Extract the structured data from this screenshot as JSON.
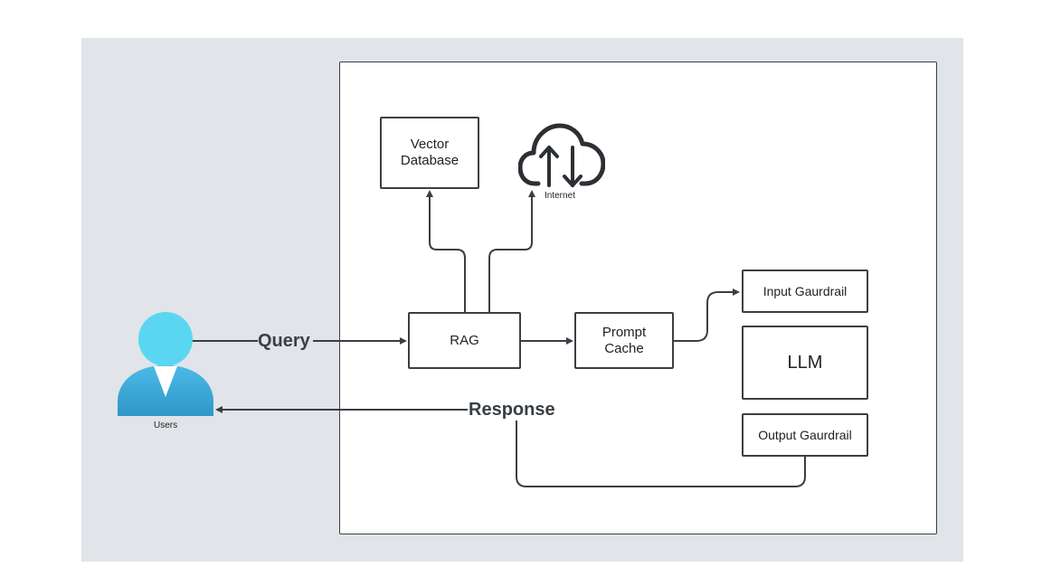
{
  "nodes": {
    "vector_db": {
      "line1": "Vector",
      "line2": "Database"
    },
    "internet": {
      "label": "Internet"
    },
    "rag": {
      "label": "RAG"
    },
    "prompt_cache": {
      "line1": "Prompt",
      "line2": "Cache"
    },
    "input_guardrail": {
      "label": "Input Gaurdrail"
    },
    "llm": {
      "label": "LLM"
    },
    "output_guardrail": {
      "label": "Output Gaurdrail"
    },
    "users": {
      "label": "Users"
    }
  },
  "edges": {
    "query": {
      "label": "Query"
    },
    "response": {
      "label": "Response"
    }
  },
  "colors": {
    "stroke": "#3a3f44",
    "background": "#e1e4e8",
    "user_head": "#5ad6f2",
    "user_body": "#3aa6d4"
  }
}
